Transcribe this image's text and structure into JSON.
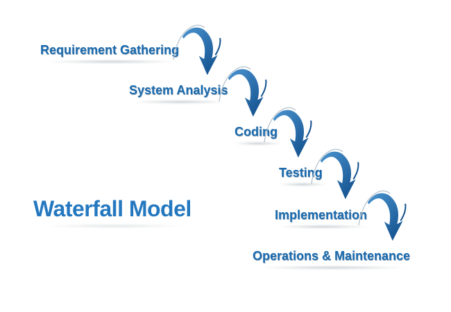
{
  "page": {
    "background": "#ffffff"
  },
  "title": {
    "text": "Waterfall Model"
  },
  "stages": [
    {
      "label": "Requirement Gathering"
    },
    {
      "label": "System Analysis"
    },
    {
      "label": "Coding"
    },
    {
      "label": "Testing"
    },
    {
      "label": "Implementation"
    },
    {
      "label": "Operations & Maintenance"
    }
  ],
  "arrows": {
    "icon": "curved-down-arrow-icon",
    "count": 5,
    "description": "tapered curved arrow sweeping right then down between consecutive stages"
  },
  "colors": {
    "background": "#ffffff",
    "stage_text": "#1a6aad",
    "title_text": "#2478bf",
    "arrow_start": "#4a94d0",
    "arrow_end": "#14528f",
    "arrow_tail": "#b4c2cc",
    "shadow": "#969ea6"
  }
}
